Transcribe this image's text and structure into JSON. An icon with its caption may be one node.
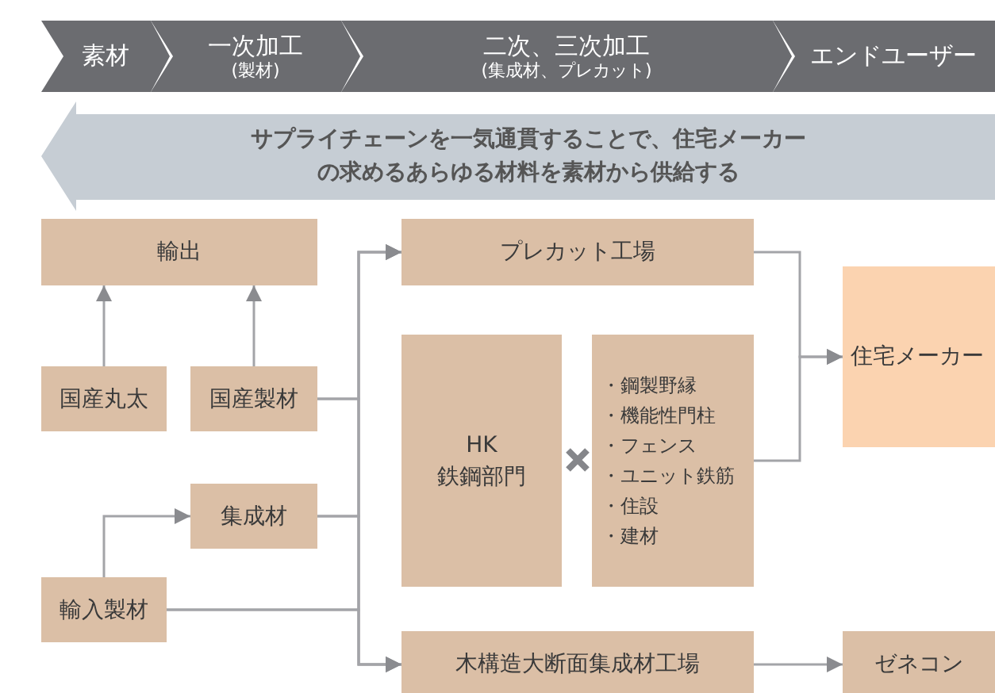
{
  "diagram": {
    "nodes": [
      {
        "text": [
          "素材"
        ]
      },
      {
        "text": [
          "一次加工",
          "(製材)"
        ]
      },
      {
        "text": [
          "二次、三次加工",
          "(集成材、プレカット)"
        ]
      },
      {
        "text": [
          "エンドユーザー"
        ]
      },
      {
        "text": [
          "サプライチェーンを一気通貫することで、住宅メーカーの求めるあらゆる材料を素材から供給する"
        ]
      },
      {
        "text": [
          "輸出"
        ]
      },
      {
        "text": [
          "国産丸太"
        ]
      },
      {
        "text": [
          "国産製材"
        ]
      },
      {
        "text": [
          "集成材"
        ]
      },
      {
        "text": [
          "輸入製材"
        ]
      },
      {
        "text": [
          "プレカット工場"
        ]
      },
      {
        "text": [
          "HK",
          "鉄鋼部門"
        ]
      },
      {
        "text": [
          "・鋼製野縁",
          "・機能性門柱",
          "・フェンス",
          "・ユニット鉄筋",
          "・住設",
          "・建材"
        ]
      },
      {
        "text": [
          "木構造大断面集成材工場"
        ]
      },
      {
        "text": [
          "住宅メーカー"
        ]
      },
      {
        "text": [
          "ゼネコン"
        ]
      }
    ],
    "edges": [
      {
        "from": 6,
        "to": 5,
        "arrow": "to"
      },
      {
        "from": 7,
        "to": 5,
        "arrow": "to"
      },
      {
        "from": 7,
        "to": 10,
        "arrow": "to"
      },
      {
        "from": 7,
        "to": 13,
        "arrow": "to"
      },
      {
        "from": 8,
        "to": 10,
        "arrow": "to"
      },
      {
        "from": 8,
        "to": 13,
        "arrow": "to"
      },
      {
        "from": 9,
        "to": 10,
        "arrow": "to"
      },
      {
        "from": 9,
        "to": 13,
        "arrow": "to"
      },
      {
        "from": 9,
        "to": 8,
        "arrow": "to"
      },
      {
        "from": 10,
        "to": 14,
        "arrow": "to"
      },
      {
        "from": 12,
        "to": 14,
        "arrow": "to"
      },
      {
        "from": 13,
        "to": 15,
        "arrow": "to"
      }
    ]
  }
}
